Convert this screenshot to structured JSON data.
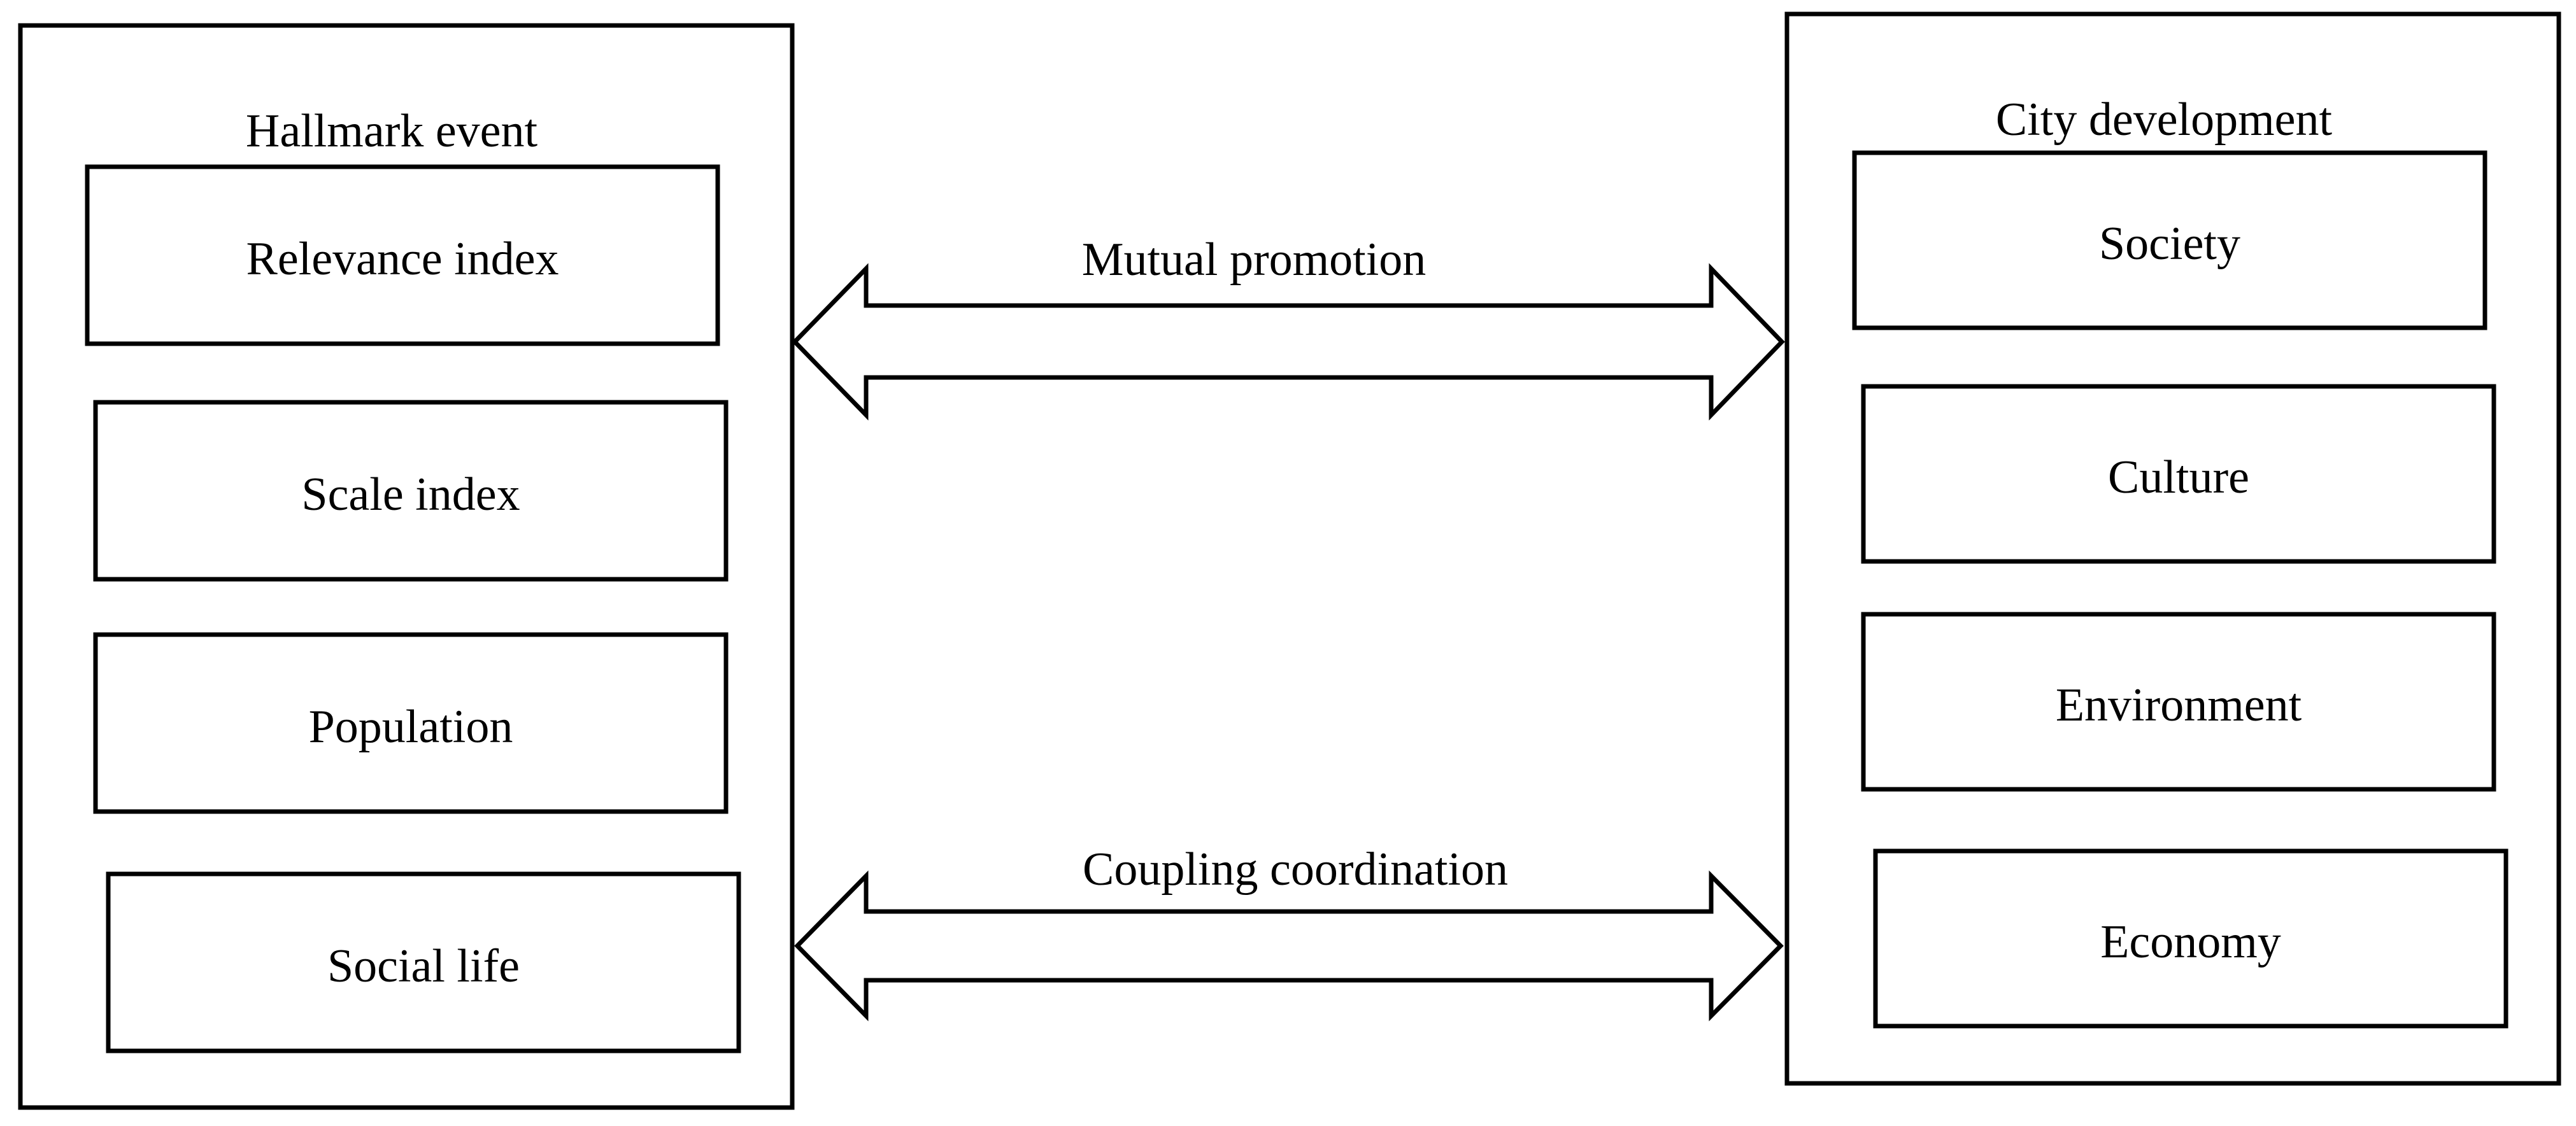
{
  "left_panel": {
    "title": "Hallmark event",
    "items": [
      "Relevance index",
      "Scale index",
      "Population",
      "Social life"
    ]
  },
  "right_panel": {
    "title": "City development",
    "items": [
      "Society",
      "Culture",
      "Environment",
      "Economy"
    ]
  },
  "arrows": {
    "top_label": "Mutual promotion",
    "bottom_label": "Coupling coordination"
  }
}
